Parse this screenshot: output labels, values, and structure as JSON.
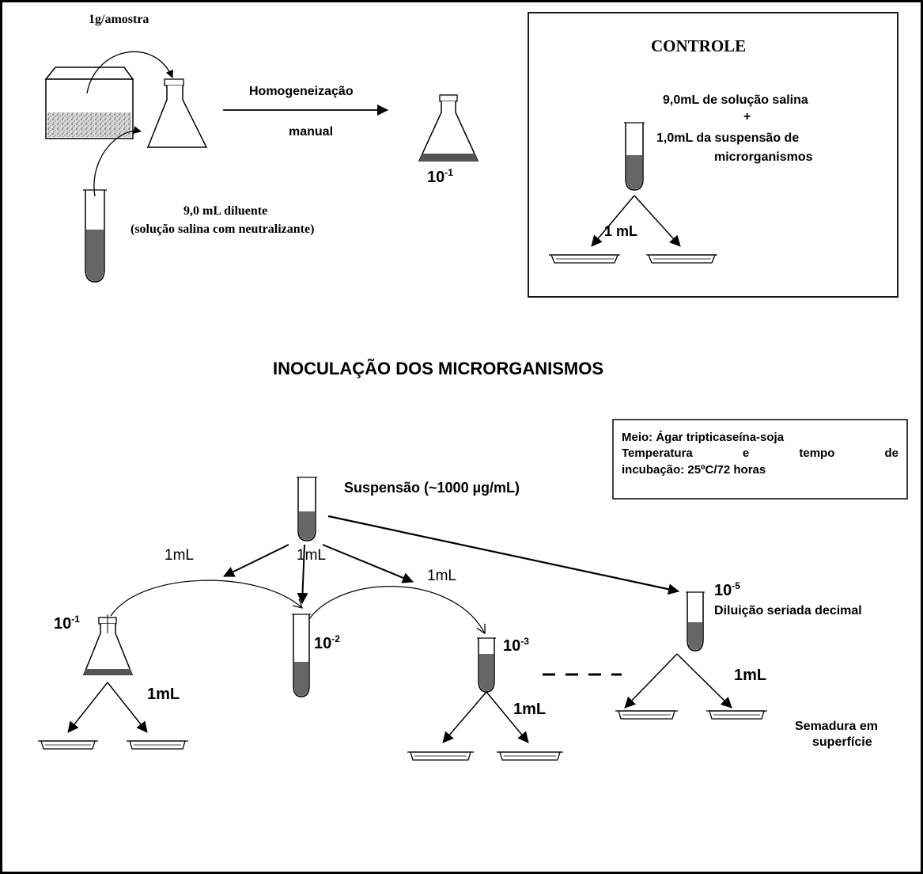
{
  "top": {
    "sample_label": "1g/amostra",
    "homogenize_line1": "Homogeneização",
    "homogenize_line2": "manual",
    "dilution_base": "10",
    "dilution_exp": "-1",
    "diluent_line1": "9,0 mL diluente",
    "diluent_line2": "(solução salina com neutralizante)"
  },
  "control": {
    "title": "CONTROLE",
    "line1": "9,0mL de solução salina",
    "plus": "+",
    "line2": "1,0mL da suspensão de",
    "line3": "microrganismos",
    "volume": "1 mL"
  },
  "section_title": "INOCULAÇÃO DOS MICRORGANISMOS",
  "info_box": {
    "line1": "Meio: Ágar tripticaseína-soja",
    "line2": "Temperatura e tempo de",
    "line3": "incubação: 25ºC/72 horas"
  },
  "suspension_label": "Suspensão (~1000 µg/mL)",
  "transfer_labels": [
    "1mL",
    "1mL",
    "1mL"
  ],
  "dilutions": [
    {
      "base": "10",
      "exp": "-1"
    },
    {
      "base": "10",
      "exp": "-2"
    },
    {
      "base": "10",
      "exp": "-3"
    },
    {
      "base": "10",
      "exp": "-5"
    }
  ],
  "serial_label": "Diluição seriada decimal",
  "plating_volumes": [
    "1mL",
    "1mL",
    "1mL"
  ],
  "plating_label_line1": "Semadura em",
  "plating_label_line2": "superfície"
}
